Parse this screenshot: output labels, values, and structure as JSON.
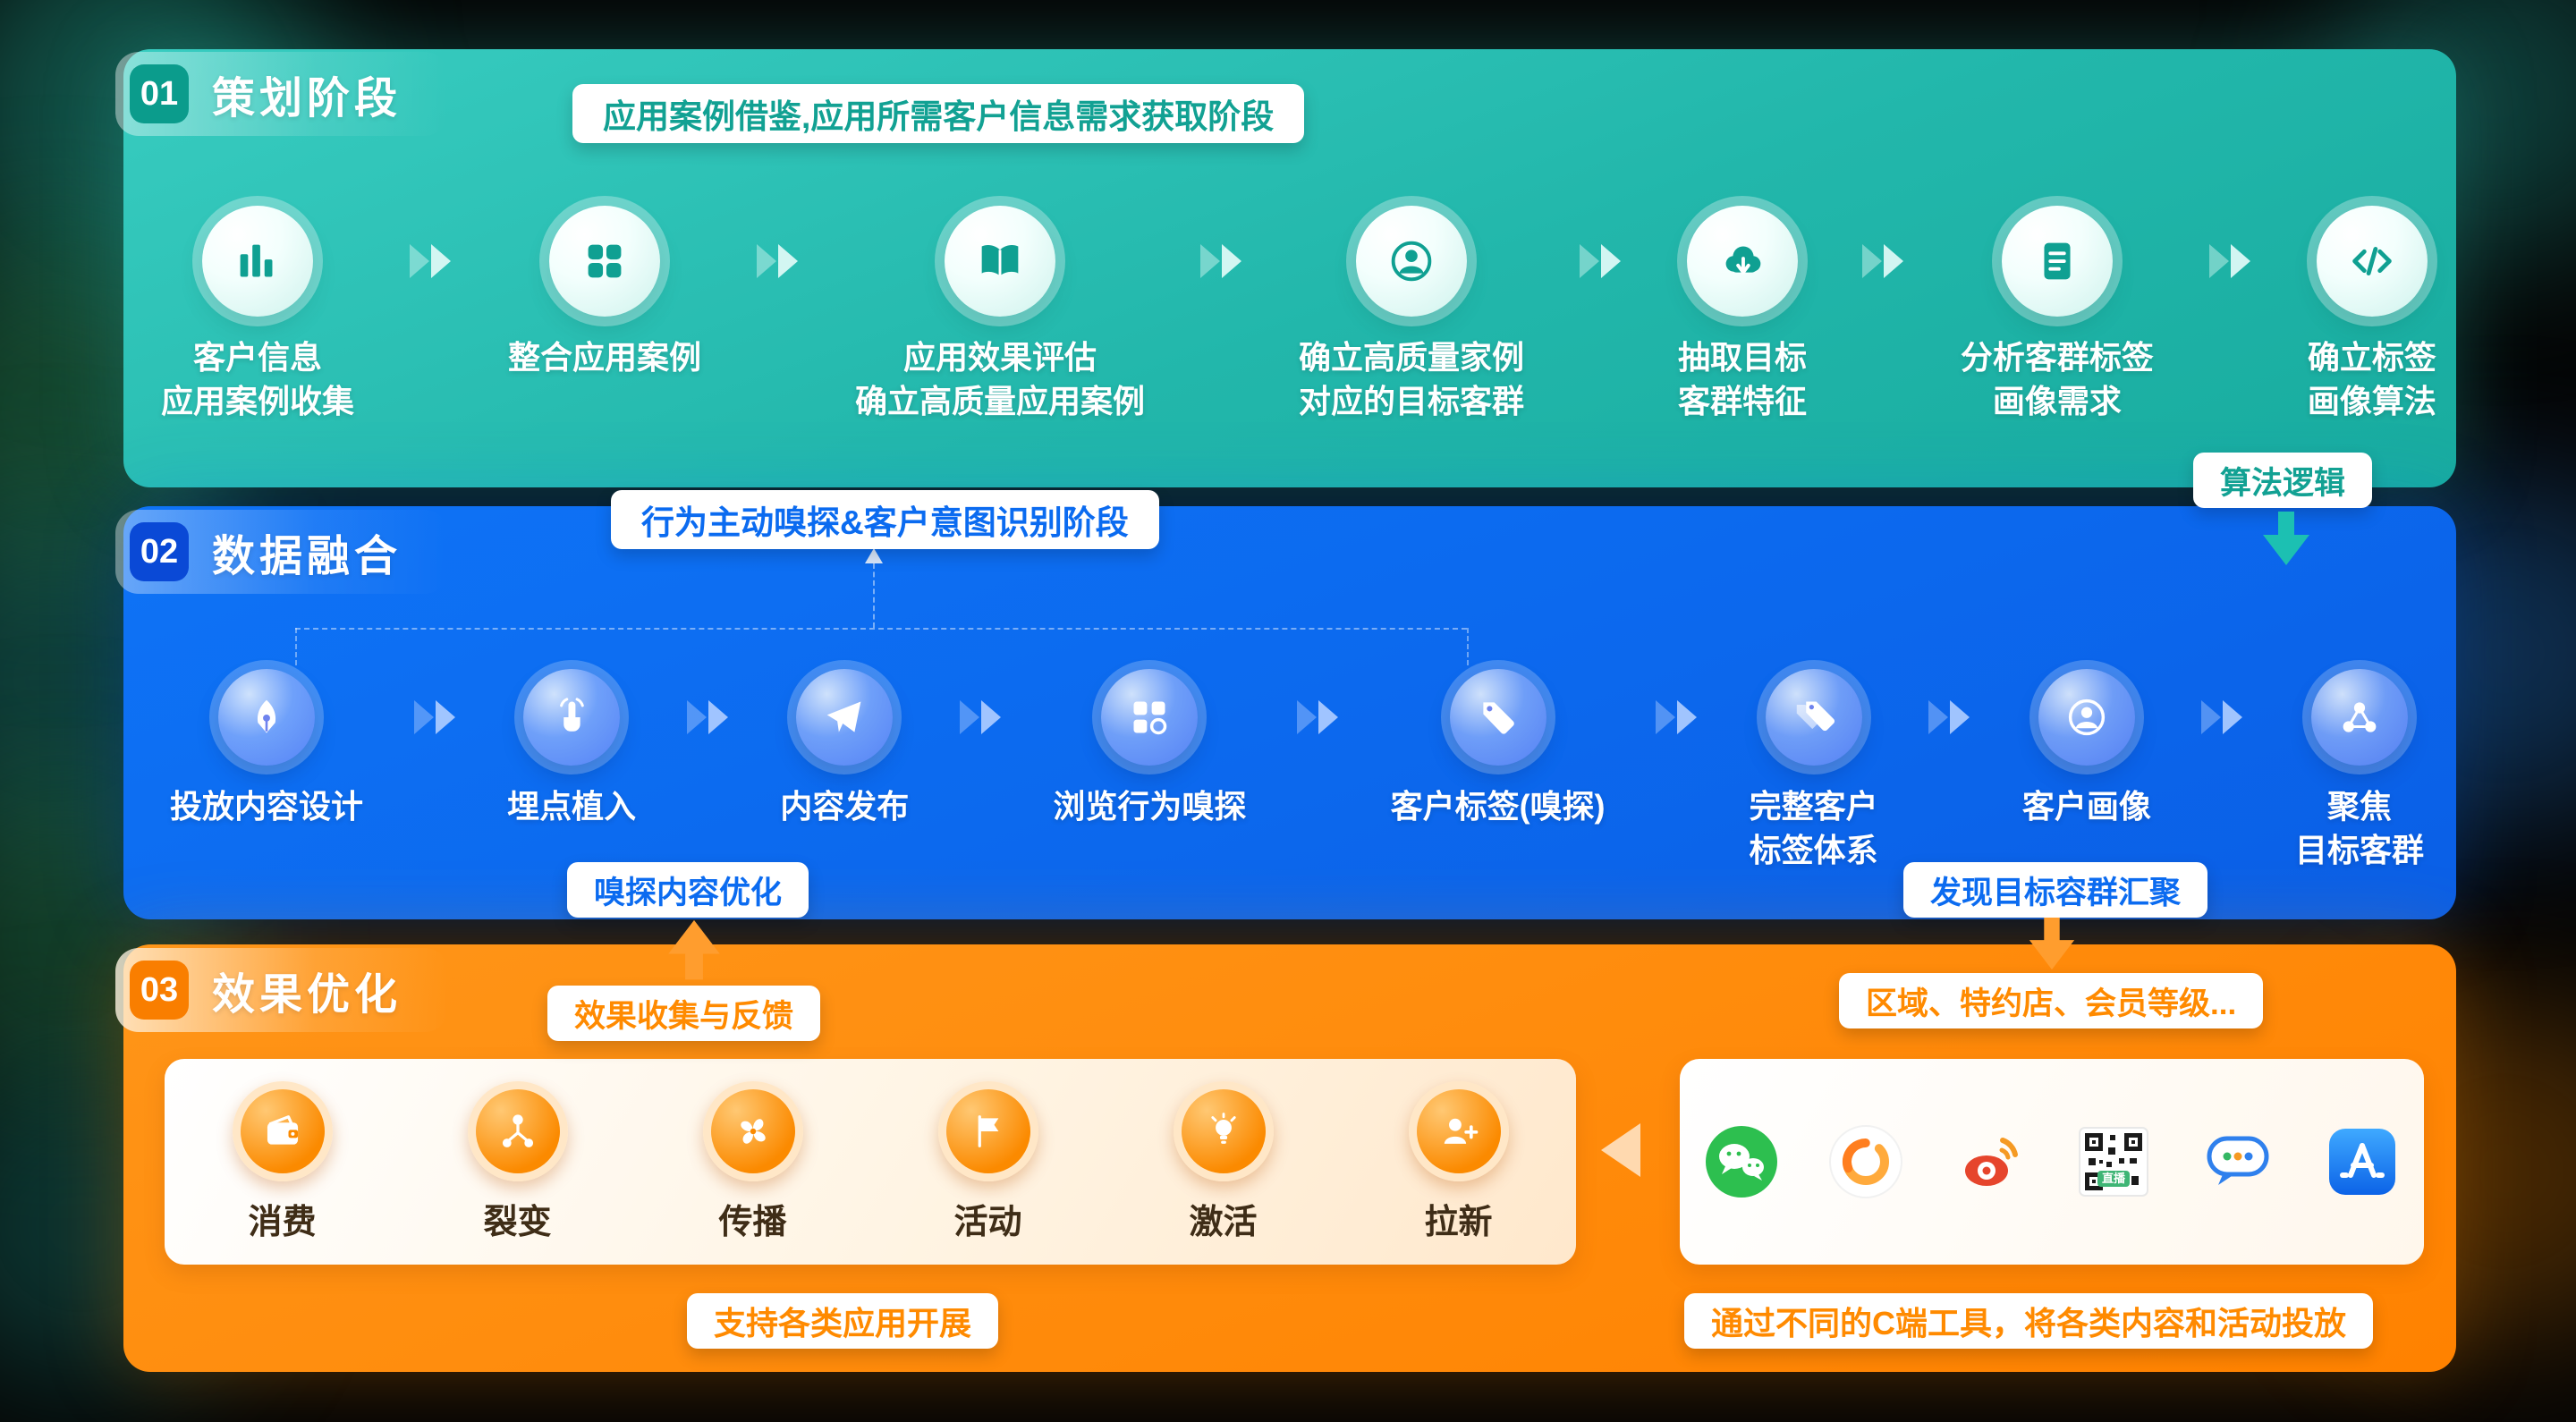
{
  "colors": {
    "teal": "#1FB4A8",
    "blue": "#0B6BF0",
    "orange": "#FF8A00",
    "wechat_green": "#2DBF4F",
    "weibo_red": "#E6452C",
    "live_green": "#3EB575",
    "appstore_blue": "#1E87F0"
  },
  "phase1": {
    "number": "01",
    "title": "策划阶段",
    "banner": "应用案例借鉴,应用所需客户信息需求获取阶段",
    "steps": [
      {
        "icon": "chart-bars-icon",
        "label": "客户信息\n应用案例收集"
      },
      {
        "icon": "grid-squares-icon",
        "label": "整合应用案例"
      },
      {
        "icon": "open-book-icon",
        "label": "应用效果评估\n确立高质量应用案例"
      },
      {
        "icon": "person-icon",
        "label": "确立高质量家例\n对应的目标客群"
      },
      {
        "icon": "cloud-download-icon",
        "label": "抽取目标\n客群特征"
      },
      {
        "icon": "document-icon",
        "label": "分析客群标签\n画像需求"
      },
      {
        "icon": "code-icon",
        "label": "确立标签\n画像算法"
      }
    ],
    "algo_label": "算法逻辑"
  },
  "phase2": {
    "number": "02",
    "title": "数据融合",
    "banner": "行为主动嗅探&客户意图识别阶段",
    "steps": [
      {
        "icon": "pen-icon",
        "label": "投放内容设计"
      },
      {
        "icon": "tap-icon",
        "label": "埋点植入"
      },
      {
        "icon": "send-icon",
        "label": "内容发布"
      },
      {
        "icon": "browse-grid-icon",
        "label": "浏览行为嗅探"
      },
      {
        "icon": "tag-icon",
        "label": "客户标签(嗅探)"
      },
      {
        "icon": "tags-icon",
        "label": "完整客户\n标签体系"
      },
      {
        "icon": "person-circle-icon",
        "label": "客户画像"
      },
      {
        "icon": "network-icon",
        "label": "聚焦\n目标客群"
      }
    ],
    "sniff_label": "嗅探内容优化",
    "converge_label": "发现目标容群汇聚"
  },
  "phase3": {
    "number": "03",
    "title": "效果优化",
    "feedback_label": "效果收集与反馈",
    "region_label": "区域、特约店、会员等级...",
    "apps": [
      {
        "icon": "wallet-icon",
        "label": "消费"
      },
      {
        "icon": "fission-icon",
        "label": "裂变"
      },
      {
        "icon": "fan-icon",
        "label": "传播"
      },
      {
        "icon": "flag-icon",
        "label": "活动"
      },
      {
        "icon": "bulb-icon",
        "label": "激活"
      },
      {
        "icon": "user-add-icon",
        "label": "拉新"
      }
    ],
    "caption_left": "支持各类应用开展",
    "channels": [
      "wechat",
      "wechat-channels",
      "weibo",
      "qrcode-live",
      "chat",
      "app-store"
    ],
    "qr_label": "直播",
    "caption_right": "通过不同的C端工具，将各类内容和活动投放"
  }
}
